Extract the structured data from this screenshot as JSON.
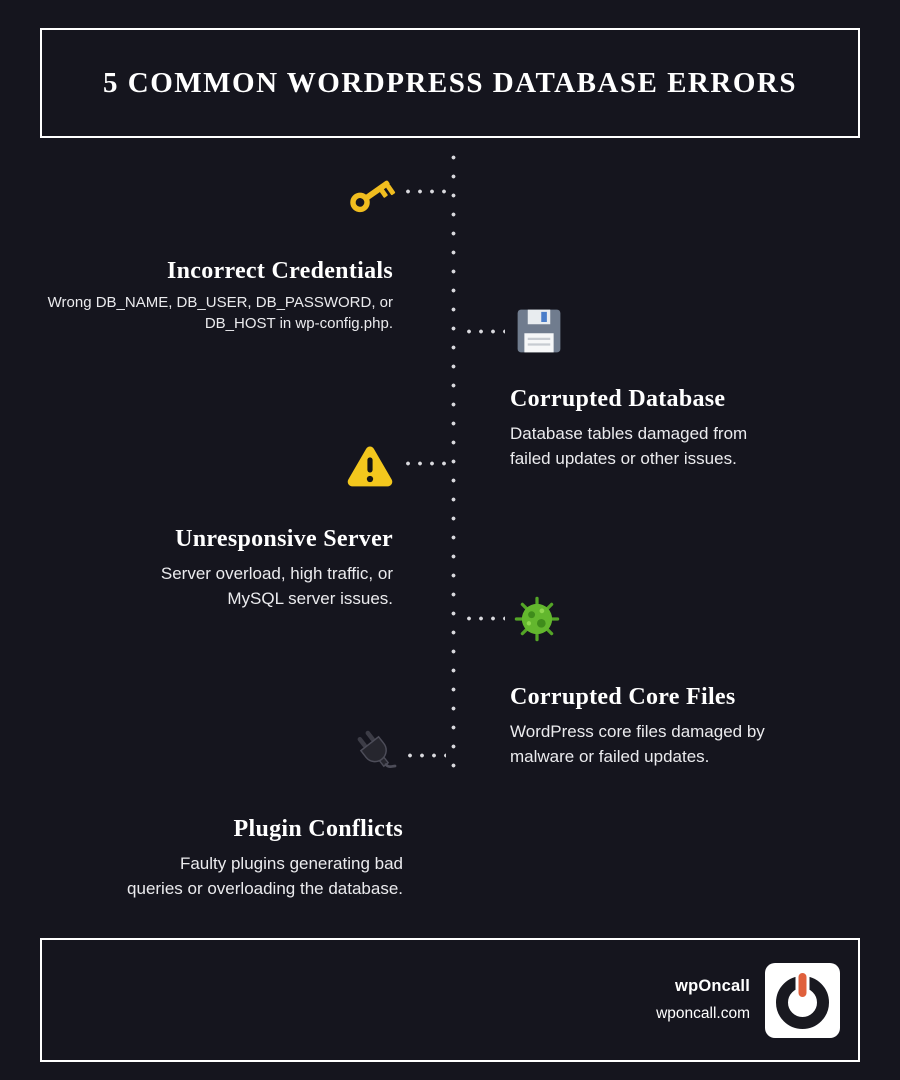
{
  "header": {
    "title": "5 COMMON WORDPRESS DATABASE ERRORS"
  },
  "timeline": {
    "items": [
      {
        "icon": "key-icon",
        "side": "left",
        "title": "Incorrect Credentials",
        "description": "Wrong DB_NAME, DB_USER, DB_PASSWORD, or\nDB_HOST in wp-config.php."
      },
      {
        "icon": "floppy-disk-icon",
        "side": "right",
        "title": "Corrupted Database",
        "description": "Database tables damaged from\nfailed updates or other issues."
      },
      {
        "icon": "warning-icon",
        "side": "left",
        "title": "Unresponsive Server",
        "description": "Server overload, high traffic, or\nMySQL server issues."
      },
      {
        "icon": "virus-icon",
        "side": "right",
        "title": "Corrupted Core Files",
        "description": "WordPress core files damaged by\nmalware or failed updates."
      },
      {
        "icon": "plug-icon",
        "side": "left",
        "title": "Plugin Conflicts",
        "description": "Faulty plugins generating bad\nqueries or overloading the database."
      }
    ]
  },
  "footer": {
    "brand": "wpOncall",
    "website": "wponcall.com",
    "logo": "power-icon"
  },
  "colors": {
    "background": "#15151e",
    "text": "#ffffff",
    "key_gold": "#f0bd1f",
    "warning_yellow": "#f3c71d",
    "virus_green": "#63b72e",
    "logo_accent_orange": "#e0603c"
  }
}
